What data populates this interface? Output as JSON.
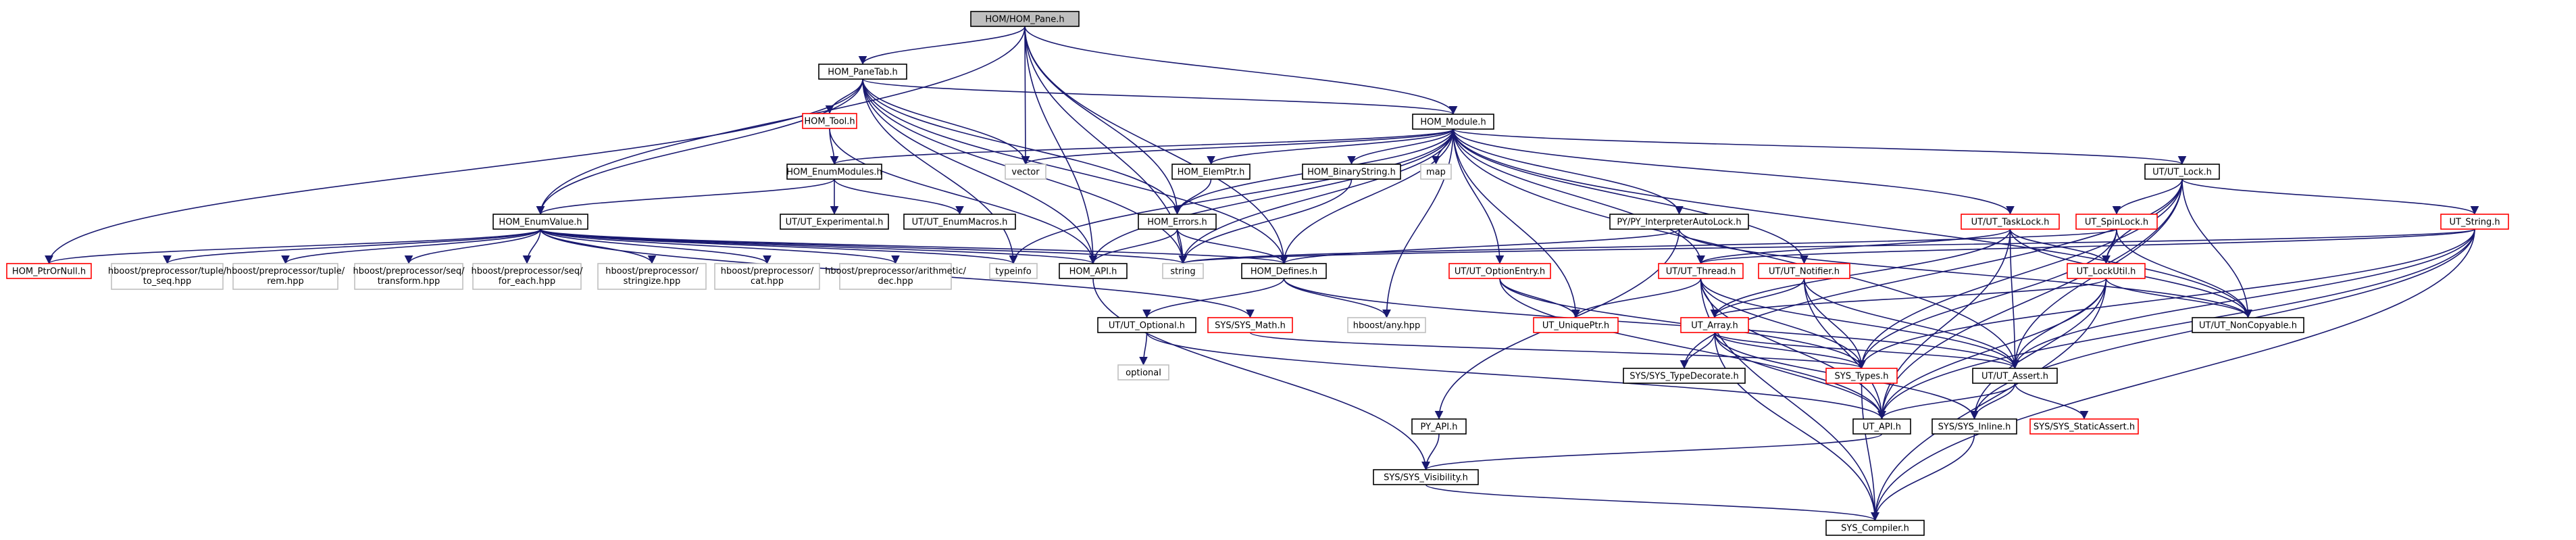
{
  "colors": {
    "root_fill": "#bfbfbf",
    "normal_border": "#000000",
    "truncated_border": "#ff0000",
    "external_border": "#bfbfbf",
    "edge": "#191970"
  },
  "nodes": [
    {
      "id": "hom_pane",
      "label": "HOM/HOM_Pane.h",
      "kind": "root"
    },
    {
      "id": "hom_panetab",
      "label": "HOM_PaneTab.h",
      "kind": "normal"
    },
    {
      "id": "hom_tool",
      "label": "HOM_Tool.h",
      "kind": "truncated"
    },
    {
      "id": "hom_enummodules",
      "label": "HOM_EnumModules.h",
      "kind": "normal"
    },
    {
      "id": "hom_enumvalue",
      "label": "HOM_EnumValue.h",
      "kind": "normal"
    },
    {
      "id": "hom_module",
      "label": "HOM_Module.h",
      "kind": "normal"
    },
    {
      "id": "vector",
      "label": "vector",
      "kind": "external"
    },
    {
      "id": "map",
      "label": "map",
      "kind": "external"
    },
    {
      "id": "hom_elemptr",
      "label": "HOM_ElemPtr.h",
      "kind": "normal"
    },
    {
      "id": "hom_binarystring",
      "label": "HOM_BinaryString.h",
      "kind": "normal"
    },
    {
      "id": "ut_experimental",
      "label": "UT/UT_Experimental.h",
      "kind": "normal"
    },
    {
      "id": "ut_enummacros",
      "label": "UT/UT_EnumMacros.h",
      "kind": "normal"
    },
    {
      "id": "hom_errors",
      "label": "HOM_Errors.h",
      "kind": "normal"
    },
    {
      "id": "py_interp",
      "label": "PY/PY_InterpreterAutoLock.h",
      "kind": "normal"
    },
    {
      "id": "ut_lock",
      "label": "UT/UT_Lock.h",
      "kind": "normal"
    },
    {
      "id": "hom_ptrornull",
      "label": "HOM_PtrOrNull.h",
      "kind": "truncated"
    },
    {
      "id": "hb_tuple_to_seq",
      "label": "hboost/preprocessor/tuple/to_seq.hpp",
      "kind": "external"
    },
    {
      "id": "hb_tuple_rem",
      "label": "hboost/preprocessor/tuple/rem.hpp",
      "kind": "external"
    },
    {
      "id": "hb_seq_transform",
      "label": "hboost/preprocessor/seq/transform.hpp",
      "kind": "external"
    },
    {
      "id": "hb_seq_for_each",
      "label": "hboost/preprocessor/seq/for_each.hpp",
      "kind": "external"
    },
    {
      "id": "hb_stringize",
      "label": "hboost/preprocessor/stringize.hpp",
      "kind": "external"
    },
    {
      "id": "hb_cat",
      "label": "hboost/preprocessor/cat.hpp",
      "kind": "external"
    },
    {
      "id": "hb_arith_dec",
      "label": "hboost/preprocessor/arithmetic/dec.hpp",
      "kind": "external"
    },
    {
      "id": "typeinfo",
      "label": "typeinfo",
      "kind": "external"
    },
    {
      "id": "hom_api",
      "label": "HOM_API.h",
      "kind": "normal"
    },
    {
      "id": "string",
      "label": "string",
      "kind": "external"
    },
    {
      "id": "hom_defines",
      "label": "HOM_Defines.h",
      "kind": "normal"
    },
    {
      "id": "ut_optionentry",
      "label": "UT/UT_OptionEntry.h",
      "kind": "truncated"
    },
    {
      "id": "ut_thread",
      "label": "UT/UT_Thread.h",
      "kind": "truncated"
    },
    {
      "id": "ut_notifier",
      "label": "UT/UT_Notifier.h",
      "kind": "truncated"
    },
    {
      "id": "ut_tasklock",
      "label": "UT/UT_TaskLock.h",
      "kind": "truncated"
    },
    {
      "id": "ut_spinlock",
      "label": "UT_SpinLock.h",
      "kind": "truncated"
    },
    {
      "id": "ut_string",
      "label": "UT_String.h",
      "kind": "truncated"
    },
    {
      "id": "ut_lockutil",
      "label": "UT_LockUtil.h",
      "kind": "truncated"
    },
    {
      "id": "ut_noncopyable",
      "label": "UT/UT_NonCopyable.h",
      "kind": "normal"
    },
    {
      "id": "ut_optional",
      "label": "UT/UT_Optional.h",
      "kind": "normal"
    },
    {
      "id": "sys_math",
      "label": "SYS/SYS_Math.h",
      "kind": "truncated"
    },
    {
      "id": "hboost_any",
      "label": "hboost/any.hpp",
      "kind": "external"
    },
    {
      "id": "ut_uniqueptr",
      "label": "UT_UniquePtr.h",
      "kind": "truncated"
    },
    {
      "id": "ut_array",
      "label": "UT_Array.h",
      "kind": "truncated"
    },
    {
      "id": "optional",
      "label": "optional",
      "kind": "external"
    },
    {
      "id": "sys_typedecorate",
      "label": "SYS/SYS_TypeDecorate.h",
      "kind": "normal"
    },
    {
      "id": "sys_types",
      "label": "SYS_Types.h",
      "kind": "truncated"
    },
    {
      "id": "ut_assert",
      "label": "UT/UT_Assert.h",
      "kind": "normal"
    },
    {
      "id": "py_api",
      "label": "PY_API.h",
      "kind": "normal"
    },
    {
      "id": "ut_api",
      "label": "UT_API.h",
      "kind": "normal"
    },
    {
      "id": "sys_inline",
      "label": "SYS/SYS_Inline.h",
      "kind": "normal"
    },
    {
      "id": "sys_staticassert",
      "label": "SYS/SYS_StaticAssert.h",
      "kind": "truncated"
    },
    {
      "id": "sys_visibility",
      "label": "SYS/SYS_Visibility.h",
      "kind": "normal"
    },
    {
      "id": "sys_compiler",
      "label": "SYS_Compiler.h",
      "kind": "normal"
    }
  ],
  "edges": [
    [
      "hom_pane",
      "hom_panetab"
    ],
    [
      "hom_pane",
      "vector"
    ],
    [
      "hom_pane",
      "hom_enumvalue"
    ],
    [
      "hom_pane",
      "hom_module"
    ],
    [
      "hom_pane",
      "hom_errors"
    ],
    [
      "hom_pane",
      "hom_api"
    ],
    [
      "hom_pane",
      "string"
    ],
    [
      "hom_pane",
      "hom_defines"
    ],
    [
      "hom_panetab",
      "hom_tool"
    ],
    [
      "hom_panetab",
      "hom_module"
    ],
    [
      "hom_panetab",
      "vector"
    ],
    [
      "hom_panetab",
      "hom_enumvalue"
    ],
    [
      "hom_panetab",
      "hom_ptrornull"
    ],
    [
      "hom_panetab",
      "hom_errors"
    ],
    [
      "hom_panetab",
      "hom_api"
    ],
    [
      "hom_panetab",
      "string"
    ],
    [
      "hom_panetab",
      "hom_defines"
    ],
    [
      "hom_panetab",
      "typeinfo"
    ],
    [
      "hom_tool",
      "hom_enummodules"
    ],
    [
      "hom_tool",
      "hom_api"
    ],
    [
      "hom_enummodules",
      "hom_enumvalue"
    ],
    [
      "hom_enummodules",
      "ut_experimental"
    ],
    [
      "hom_enummodules",
      "ut_enummacros"
    ],
    [
      "hom_enumvalue",
      "hom_ptrornull"
    ],
    [
      "hom_enumvalue",
      "hb_tuple_to_seq"
    ],
    [
      "hom_enumvalue",
      "hb_tuple_rem"
    ],
    [
      "hom_enumvalue",
      "hb_seq_transform"
    ],
    [
      "hom_enumvalue",
      "hb_seq_for_each"
    ],
    [
      "hom_enumvalue",
      "hb_stringize"
    ],
    [
      "hom_enumvalue",
      "hb_cat"
    ],
    [
      "hom_enumvalue",
      "hb_arith_dec"
    ],
    [
      "hom_enumvalue",
      "typeinfo"
    ],
    [
      "hom_enumvalue",
      "hom_api"
    ],
    [
      "hom_enumvalue",
      "string"
    ],
    [
      "hom_enumvalue",
      "hom_defines"
    ],
    [
      "hom_enumvalue",
      "sys_math"
    ],
    [
      "hom_module",
      "vector"
    ],
    [
      "hom_module",
      "map"
    ],
    [
      "hom_module",
      "hom_enummodules"
    ],
    [
      "hom_module",
      "hom_elemptr"
    ],
    [
      "hom_module",
      "hom_binarystring"
    ],
    [
      "hom_module",
      "hom_errors"
    ],
    [
      "hom_module",
      "py_interp"
    ],
    [
      "hom_module",
      "ut_lock"
    ],
    [
      "hom_module",
      "typeinfo"
    ],
    [
      "hom_module",
      "hom_api"
    ],
    [
      "hom_module",
      "string"
    ],
    [
      "hom_module",
      "hom_defines"
    ],
    [
      "hom_module",
      "ut_optionentry"
    ],
    [
      "hom_module",
      "ut_thread"
    ],
    [
      "hom_module",
      "ut_notifier"
    ],
    [
      "hom_module",
      "ut_tasklock"
    ],
    [
      "hom_module",
      "hboost_any"
    ],
    [
      "hom_module",
      "ut_uniqueptr"
    ],
    [
      "hom_module",
      "ut_noncopyable"
    ],
    [
      "hom_module",
      "ut_assert"
    ],
    [
      "hom_elemptr",
      "hom_errors"
    ],
    [
      "hom_binarystring",
      "string"
    ],
    [
      "hom_errors",
      "hom_api"
    ],
    [
      "hom_errors",
      "string"
    ],
    [
      "hom_errors",
      "hom_defines"
    ],
    [
      "py_interp",
      "ut_noncopyable"
    ],
    [
      "py_interp",
      "py_api"
    ],
    [
      "py_interp",
      "hom_defines"
    ],
    [
      "ut_lock",
      "ut_spinlock"
    ],
    [
      "ut_lock",
      "ut_string"
    ],
    [
      "ut_lock",
      "ut_lockutil"
    ],
    [
      "ut_lock",
      "ut_noncopyable"
    ],
    [
      "ut_lock",
      "ut_assert"
    ],
    [
      "ut_lock",
      "ut_api"
    ],
    [
      "ut_lock",
      "sys_types"
    ],
    [
      "ut_lock",
      "sys_typedecorate"
    ],
    [
      "hom_api",
      "sys_visibility"
    ],
    [
      "hom_defines",
      "ut_optional"
    ],
    [
      "hom_defines",
      "hboost_any"
    ],
    [
      "hom_defines",
      "ut_assert"
    ],
    [
      "ut_optionentry",
      "ut_uniqueptr"
    ],
    [
      "ut_optionentry",
      "ut_api"
    ],
    [
      "ut_optionentry",
      "sys_types"
    ],
    [
      "ut_thread",
      "ut_uniqueptr"
    ],
    [
      "ut_thread",
      "ut_array"
    ],
    [
      "ut_thread",
      "sys_types"
    ],
    [
      "ut_thread",
      "ut_assert"
    ],
    [
      "ut_thread",
      "ut_api"
    ],
    [
      "ut_thread",
      "sys_compiler"
    ],
    [
      "ut_notifier",
      "ut_array"
    ],
    [
      "ut_notifier",
      "sys_types"
    ],
    [
      "ut_notifier",
      "ut_assert"
    ],
    [
      "ut_notifier",
      "ut_api"
    ],
    [
      "ut_tasklock",
      "ut_thread"
    ],
    [
      "ut_tasklock",
      "ut_lockutil"
    ],
    [
      "ut_tasklock",
      "ut_noncopyable"
    ],
    [
      "ut_tasklock",
      "ut_assert"
    ],
    [
      "ut_tasklock",
      "ut_api"
    ],
    [
      "ut_tasklock",
      "ut_array"
    ],
    [
      "ut_spinlock",
      "ut_lockutil"
    ],
    [
      "ut_spinlock",
      "ut_noncopyable"
    ],
    [
      "ut_spinlock",
      "string"
    ],
    [
      "ut_spinlock",
      "sys_types"
    ],
    [
      "ut_string",
      "ut_thread"
    ],
    [
      "ut_string",
      "ut_assert"
    ],
    [
      "ut_string",
      "ut_api"
    ],
    [
      "ut_string",
      "sys_types"
    ],
    [
      "ut_string",
      "sys_inline"
    ],
    [
      "ut_string",
      "sys_compiler"
    ],
    [
      "ut_string",
      "string"
    ],
    [
      "ut_lockutil",
      "ut_noncopyable"
    ],
    [
      "ut_lockutil",
      "ut_assert"
    ],
    [
      "ut_lockutil",
      "ut_api"
    ],
    [
      "ut_lockutil",
      "sys_inline"
    ],
    [
      "ut_lockutil",
      "ut_array"
    ],
    [
      "ut_lockutil",
      "sys_compiler"
    ],
    [
      "ut_optional",
      "optional"
    ],
    [
      "ut_optional",
      "ut_api"
    ],
    [
      "sys_math",
      "sys_types"
    ],
    [
      "ut_array",
      "sys_typedecorate"
    ],
    [
      "ut_array",
      "sys_types"
    ],
    [
      "ut_array",
      "ut_assert"
    ],
    [
      "ut_array",
      "ut_api"
    ],
    [
      "ut_array",
      "sys_inline"
    ],
    [
      "ut_array",
      "sys_compiler"
    ],
    [
      "sys_types",
      "sys_compiler"
    ],
    [
      "ut_assert",
      "ut_api"
    ],
    [
      "ut_assert",
      "sys_inline"
    ],
    [
      "ut_assert",
      "sys_staticassert"
    ],
    [
      "py_api",
      "sys_visibility"
    ],
    [
      "ut_api",
      "sys_visibility"
    ],
    [
      "sys_inline",
      "sys_compiler"
    ],
    [
      "sys_visibility",
      "sys_compiler"
    ]
  ]
}
